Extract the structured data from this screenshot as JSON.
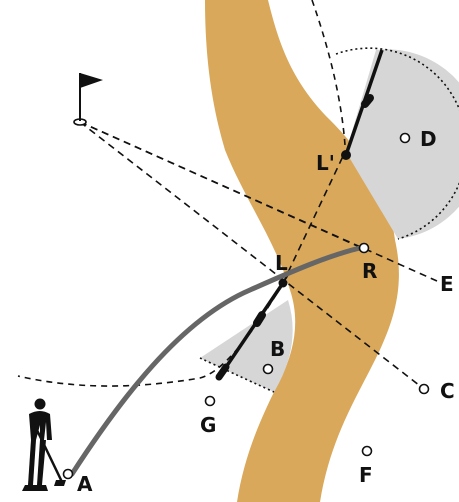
{
  "colors": {
    "background": "#ffffff",
    "fairway_sand": "#d9a85a",
    "drop_zone_gray": "#d6d6d6",
    "ball_path": "#666666",
    "ink": "#111111"
  },
  "icons": {
    "flag": "golf-flag-icon",
    "golfer": "golfer-silhouette-icon"
  },
  "labels": {
    "A": "A",
    "B": "B",
    "C": "C",
    "D": "D",
    "E": "E",
    "F": "F",
    "G": "G",
    "L": "L",
    "L_prime": "L'",
    "R": "R"
  }
}
